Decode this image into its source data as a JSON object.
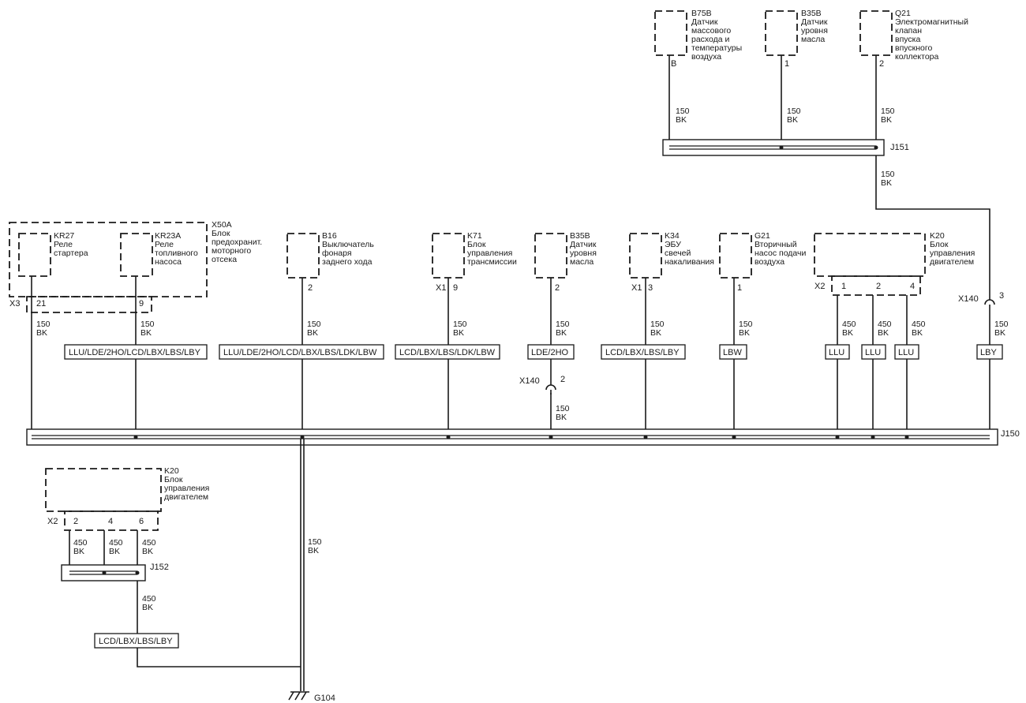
{
  "components": {
    "b75b": {
      "id": "B75B",
      "desc": [
        "Датчик",
        "массового",
        "расхода и",
        "температуры",
        "воздуха"
      ],
      "pin": "B"
    },
    "b35b_top": {
      "id": "B35B",
      "desc": [
        "Датчик",
        "уровня",
        "масла"
      ],
      "pin": "1"
    },
    "q21": {
      "id": "Q21",
      "desc": [
        "Электромагнитный",
        "клапан",
        "впуска",
        "впускного",
        "коллектора"
      ],
      "pin": "2"
    },
    "x50a": {
      "id": "X50A",
      "desc": [
        "Блок",
        "предохранит.",
        "моторного",
        "отсека"
      ]
    },
    "kr27": {
      "id": "KR27",
      "desc": [
        "Реле",
        "стартера"
      ],
      "conn": "X3",
      "pin": "21"
    },
    "kr23a": {
      "id": "KR23A",
      "desc": [
        "Реле",
        "топливного",
        "насоса"
      ],
      "pin": "9"
    },
    "b16": {
      "id": "B16",
      "desc": [
        "Выключатель",
        "фонаря",
        "заднего хода"
      ],
      "pin": "2"
    },
    "k71": {
      "id": "K71",
      "desc": [
        "Блок",
        "управления",
        "трансмиссии"
      ],
      "conn": "X1",
      "pin": "9"
    },
    "b35b_mid": {
      "id": "B35B",
      "desc": [
        "Датчик",
        "уровня",
        "масла"
      ],
      "pin": "2"
    },
    "k34": {
      "id": "K34",
      "desc": [
        "ЭБУ",
        "свечей",
        "накаливания"
      ],
      "conn": "X1",
      "pin": "3"
    },
    "g21": {
      "id": "G21",
      "desc": [
        "Вторичный",
        "насос подачи",
        "воздуха"
      ],
      "pin": "1"
    },
    "k20_top": {
      "id": "K20",
      "desc": [
        "Блок",
        "управления",
        "двигателем"
      ],
      "conn": "X2",
      "pins": [
        "1",
        "2",
        "4"
      ]
    },
    "k20_bot": {
      "id": "K20",
      "desc": [
        "Блок",
        "управления",
        "двигателем"
      ],
      "conn": "X2",
      "pins": [
        "2",
        "4",
        "6"
      ]
    }
  },
  "wires": {
    "w150": {
      "size": "150",
      "color": "BK"
    },
    "w450": {
      "size": "450",
      "color": "BK"
    }
  },
  "connectors": {
    "x140_right": {
      "name": "X140",
      "pin": "3"
    },
    "x140_mid": {
      "name": "X140",
      "pin": "2"
    }
  },
  "splices": {
    "j150": "J150",
    "j151": "J151",
    "j152": "J152"
  },
  "ground": "G104",
  "options": {
    "kr27": "LLU/LDE/2HO/LCD/LBX/LBS/LBY",
    "b16": "LLU/LDE/2HO/LCD/LBX/LBS/LDK/LBW",
    "k71": "LCD/LBX/LBS/LDK/LBW",
    "b35b": "LDE/2HO",
    "k34": "LCD/LBX/LBS/LBY",
    "g21": "LBW",
    "k20_1": "LLU",
    "k20_2": "LLU",
    "k20_4": "LLU",
    "x140": "LBY",
    "j152": "LCD/LBX/LBS/LBY"
  }
}
